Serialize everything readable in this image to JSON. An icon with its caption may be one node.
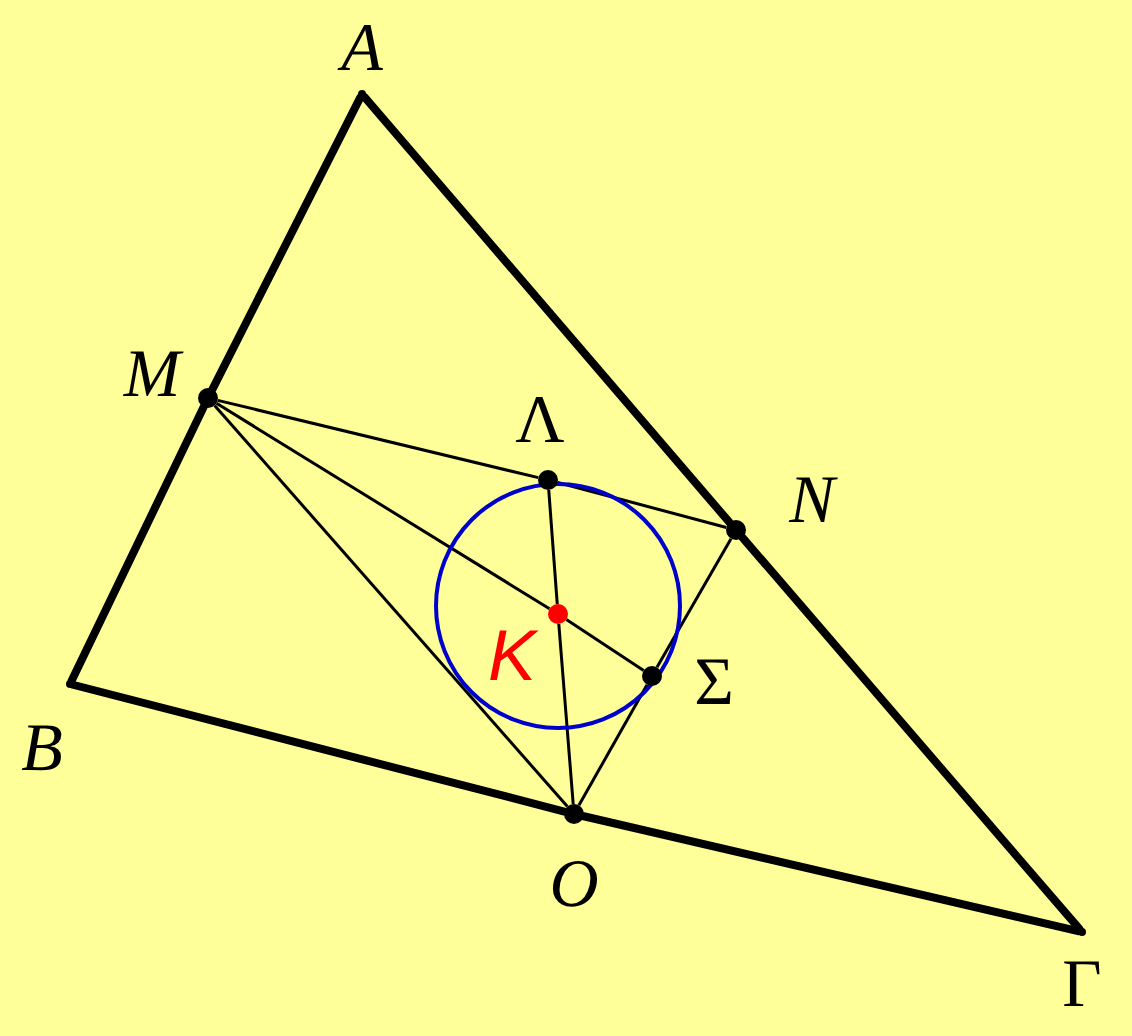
{
  "diagram": {
    "nodes": [
      {
        "text": [],
        "shape": "corner",
        "beside": [
          "A"
        ]
      },
      {
        "text": [],
        "shape": "circle",
        "beside": [
          "M"
        ]
      },
      {
        "text": [],
        "shape": "circle",
        "beside": [
          "Λ"
        ]
      },
      {
        "text": [],
        "shape": "circle",
        "beside": [
          "N"
        ]
      },
      {
        "text": [],
        "shape": "circle",
        "beside": [
          "K"
        ]
      },
      {
        "text": [],
        "shape": "corner",
        "beside": [
          "B"
        ]
      },
      {
        "text": [],
        "shape": "circle",
        "beside": [
          "Σ"
        ]
      },
      {
        "text": [],
        "shape": "circle",
        "beside": [
          "O"
        ]
      },
      {
        "text": [],
        "shape": "corner",
        "beside": [
          "Γ"
        ]
      }
    ],
    "edges": [
      {
        "from": 0,
        "to": 1,
        "arrow": "none",
        "style": "thick"
      },
      {
        "from": 1,
        "to": 5,
        "arrow": "none",
        "style": "thick"
      },
      {
        "from": 5,
        "to": 7,
        "arrow": "none",
        "style": "thick"
      },
      {
        "from": 7,
        "to": 8,
        "arrow": "none",
        "style": "thick"
      },
      {
        "from": 8,
        "to": 3,
        "arrow": "none",
        "style": "thick"
      },
      {
        "from": 3,
        "to": 0,
        "arrow": "none",
        "style": "thick"
      },
      {
        "from": 1,
        "to": 2,
        "arrow": "none"
      },
      {
        "from": 2,
        "to": 3,
        "arrow": "none"
      },
      {
        "from": 1,
        "to": 4,
        "arrow": "none"
      },
      {
        "from": 4,
        "to": 6,
        "arrow": "none"
      },
      {
        "from": 2,
        "to": 4,
        "arrow": "none"
      },
      {
        "from": 4,
        "to": 7,
        "arrow": "none"
      },
      {
        "from": 3,
        "to": 6,
        "arrow": "none"
      },
      {
        "from": 6,
        "to": 7,
        "arrow": "none"
      },
      {
        "from": 1,
        "to": 7,
        "arrow": "none"
      }
    ]
  }
}
